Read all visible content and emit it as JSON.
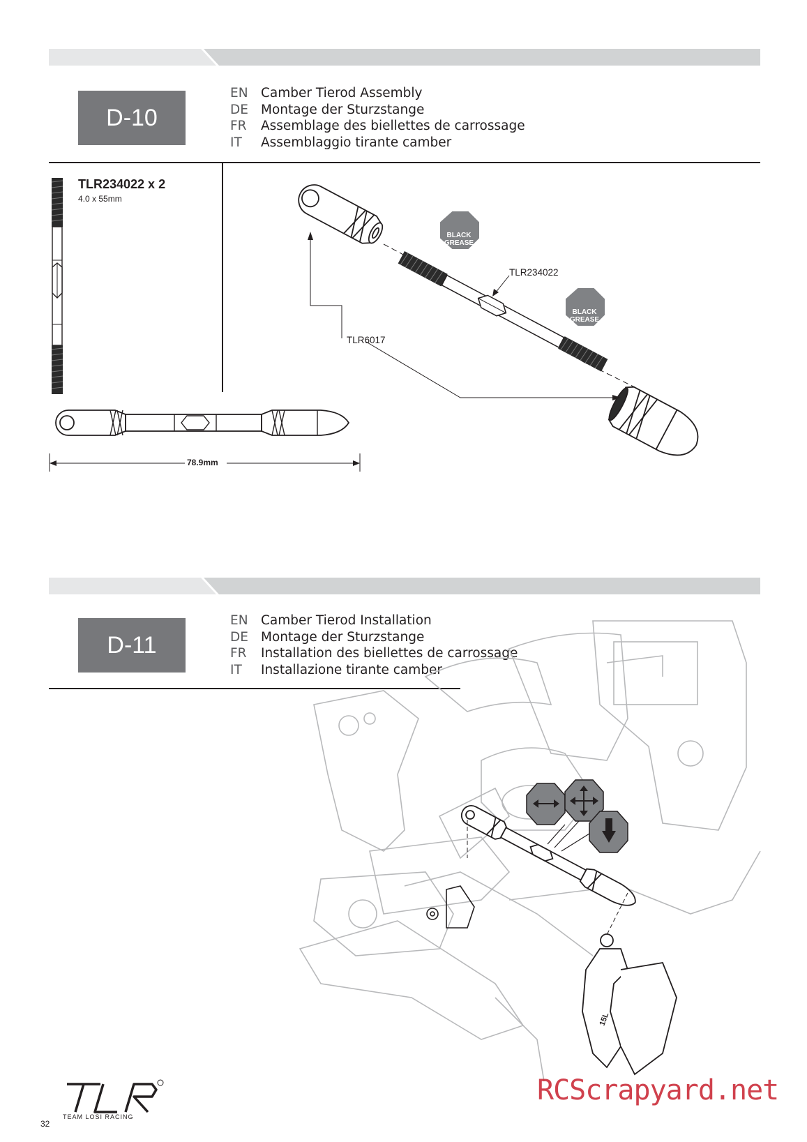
{
  "sections": [
    {
      "step": "D-10",
      "titles": [
        {
          "code": "EN",
          "text": "Camber Tierod Assembly"
        },
        {
          "code": "DE",
          "text": "Montage der Sturzstange"
        },
        {
          "code": "FR",
          "text": "Assemblage des biellettes de carrossage"
        },
        {
          "code": "IT",
          "text": "Assemblaggio tirante camber"
        }
      ],
      "part": {
        "name": "TLR234022 x 2",
        "size": "4.0 x 55mm"
      },
      "callouts": {
        "rod": "TLR234022",
        "rod_end": "TLR6017",
        "grease_1": "BLACK GREASE",
        "grease_2": "BLACK GREASE",
        "length": "78.9mm"
      }
    },
    {
      "step": "D-11",
      "titles": [
        {
          "code": "EN",
          "text": "Camber Tierod Installation"
        },
        {
          "code": "DE",
          "text": "Montage der Sturzstange"
        },
        {
          "code": "FR",
          "text": "Installation des biellettes de carrossage"
        },
        {
          "code": "IT",
          "text": "Installazione tirante camber"
        }
      ],
      "hub_label": "15L"
    }
  ],
  "footer": {
    "page_number": "32",
    "logo": "TLR",
    "logo_tagline": "TEAM LOSI RACING"
  },
  "watermark": "RCScrapyard.net",
  "colors": {
    "band_light": "#e6e7e8",
    "band_dark": "#d1d3d4",
    "step_box": "#77787b",
    "watermark": "#c8202e",
    "grease_badge": "#808285"
  }
}
